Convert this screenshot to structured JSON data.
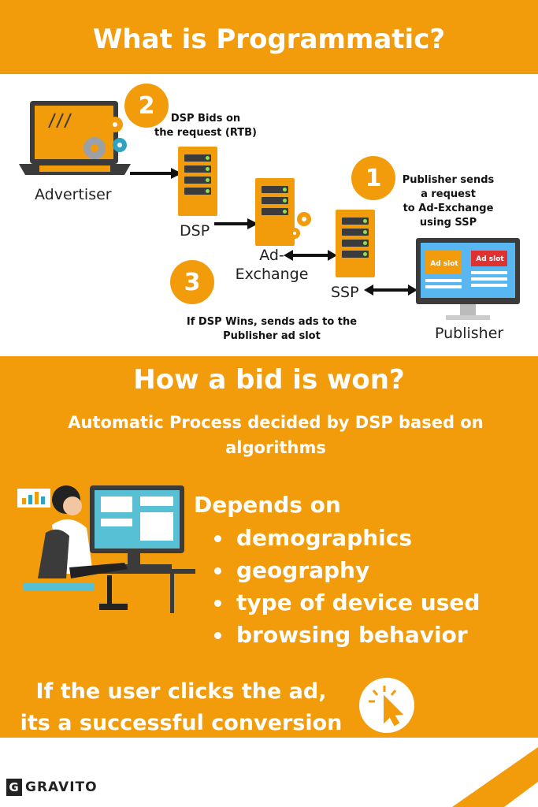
{
  "header": {
    "title": "What is Programmatic?"
  },
  "diagram": {
    "advertiser_label": "Advertiser",
    "dsp_label": "DSP",
    "adx_label_line1": "Ad-",
    "adx_label_line2": "Exchange",
    "ssp_label": "SSP",
    "publisher_label": "Publisher",
    "step1": {
      "number": "1",
      "text_lines": [
        "Publisher sends",
        "a request",
        "to Ad-Exchange",
        "using SSP"
      ]
    },
    "step2": {
      "number": "2",
      "text_lines": [
        "DSP Bids on",
        "the request (RTB)"
      ]
    },
    "step3": {
      "number": "3",
      "text_lines": [
        "If DSP Wins, sends ads to the",
        "Publisher ad slot"
      ]
    },
    "ad_slot_1": "Ad slot",
    "ad_slot_2": "Ad slot"
  },
  "section2": {
    "title": "How a bid is won?",
    "subtitle": "Automatic Process decided by DSP based on algorithms",
    "depends_label": "Depends on",
    "factors": [
      "demographics",
      "geography",
      "type of device used",
      "browsing behavior"
    ],
    "conversion_lines": [
      "If the user clicks the ad,",
      "its a successful conversion"
    ]
  },
  "footer": {
    "logo_letter": "G",
    "logo_text": "GRAVITO"
  },
  "colors": {
    "orange": "#f39c0b",
    "dark": "#3b3b3b",
    "white": "#ffffff"
  }
}
